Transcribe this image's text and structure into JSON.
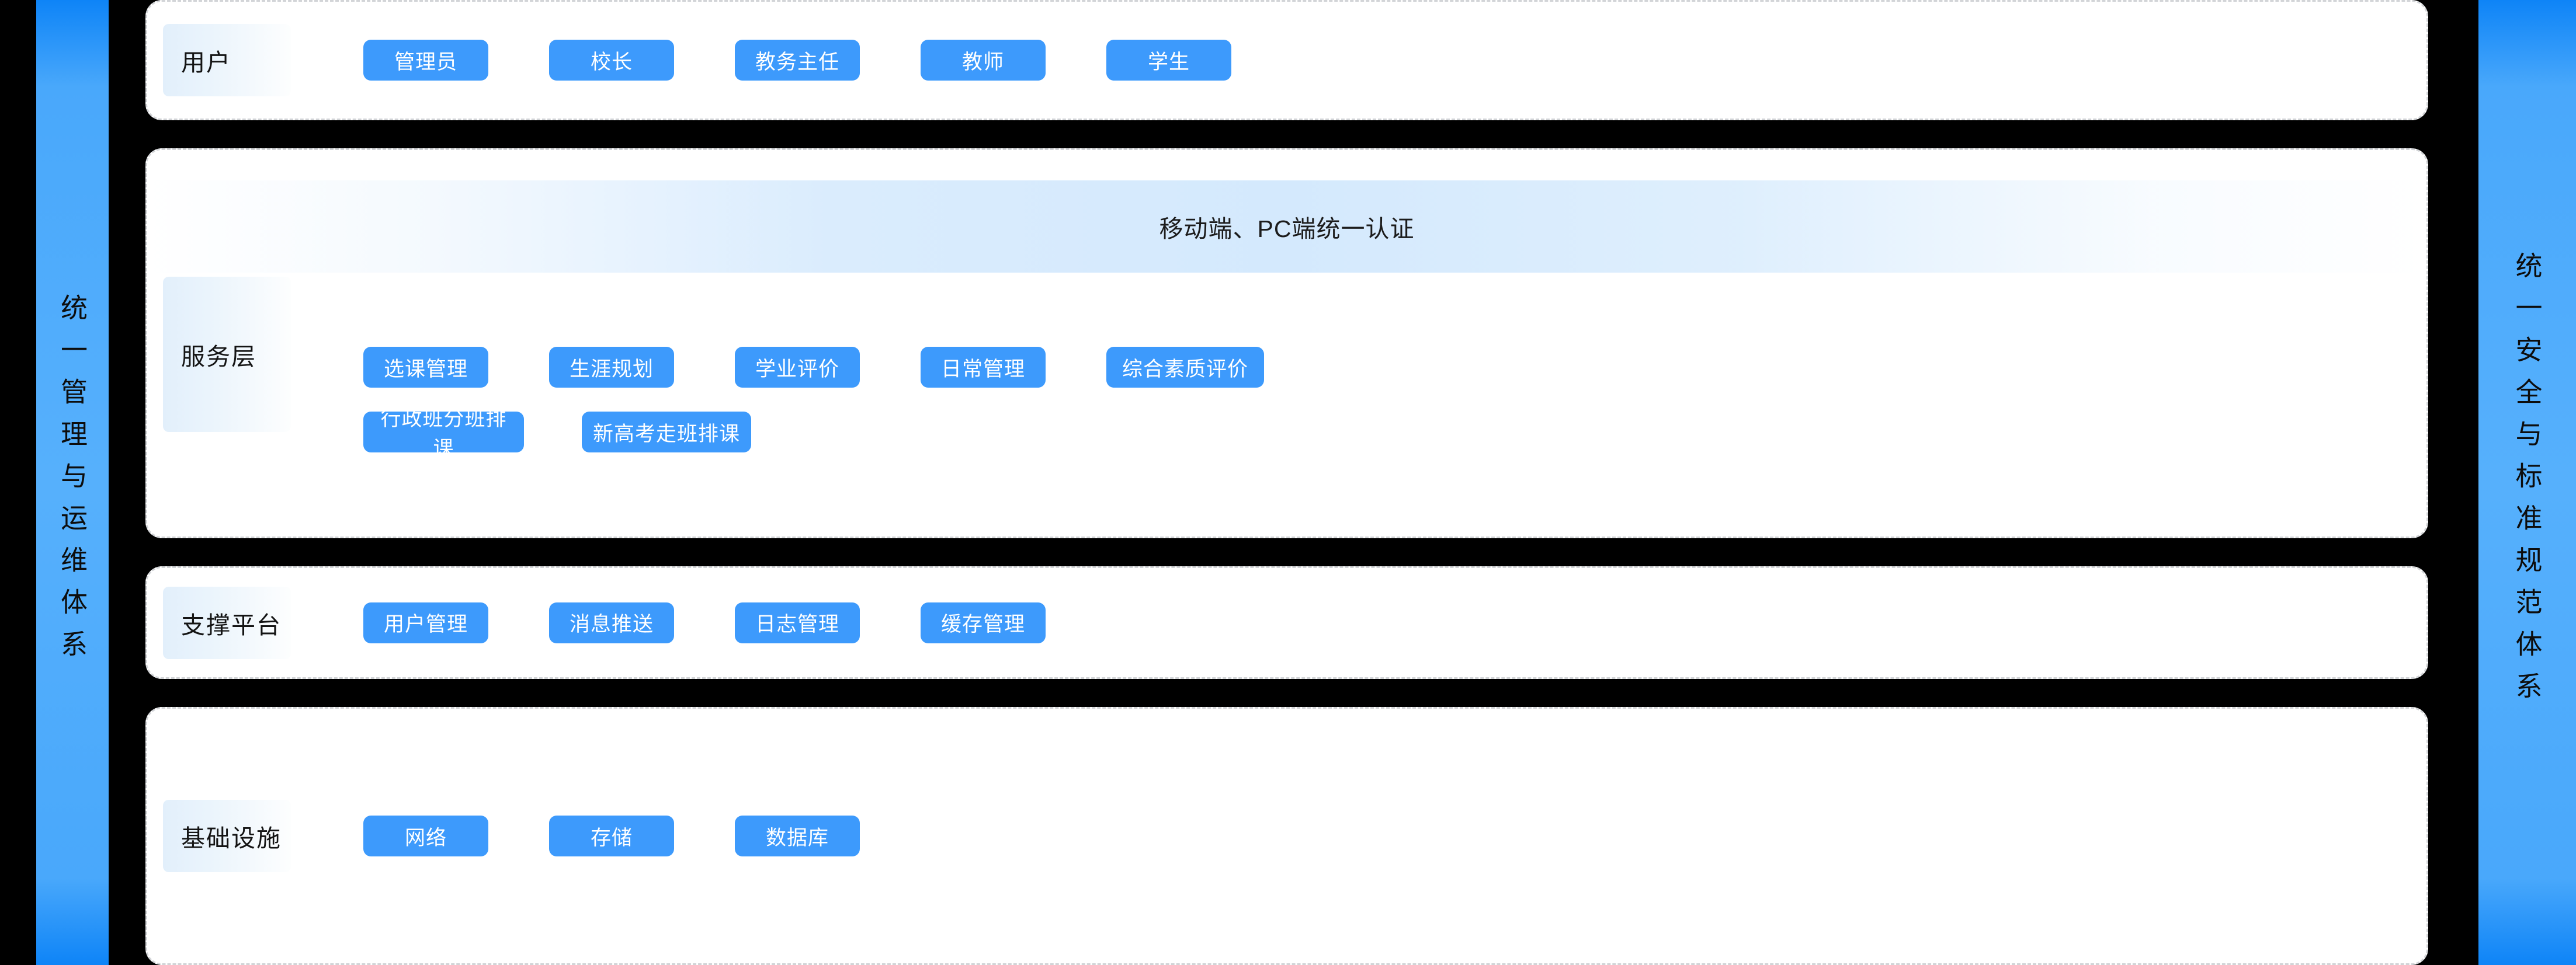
{
  "colors": {
    "background": "#000000",
    "rail_blue_mid": "#56b0fc",
    "rail_blue_edge": "#0e84f7",
    "button_blue": "#3d9afc",
    "card_white": "#ffffff",
    "card_border": "#d2d4d7",
    "chip_gradient_start": "#e2effb",
    "chip_gradient_end": "#fdfefe",
    "text_dark": "#141414",
    "text_on_button": "#ffffff"
  },
  "rails": {
    "left": {
      "text": "统一管理与运维体系"
    },
    "right": {
      "text": "统一安全与标准规范体系"
    }
  },
  "layers": [
    {
      "id": "users",
      "label": "用户",
      "rows": [
        {
          "items": [
            "管理员",
            "校长",
            "教务主任",
            "教师",
            "学生"
          ]
        }
      ]
    },
    {
      "id": "service",
      "label": "服务层",
      "banner": "移动端、PC端统一认证",
      "rows": [
        {
          "items": [
            "选课管理",
            "生涯规划",
            "学业评价",
            "日常管理",
            "综合素质评价"
          ]
        },
        {
          "items": [
            "行政班分班排课",
            "新高考走班排课"
          ]
        }
      ]
    },
    {
      "id": "support",
      "label": "支撑平台",
      "rows": [
        {
          "items": [
            "用户管理",
            "消息推送",
            "日志管理",
            "缓存管理"
          ]
        }
      ]
    },
    {
      "id": "infra",
      "label": "基础设施",
      "rows": [
        {
          "items": [
            "网络",
            "存储",
            "数据库"
          ]
        }
      ]
    }
  ]
}
